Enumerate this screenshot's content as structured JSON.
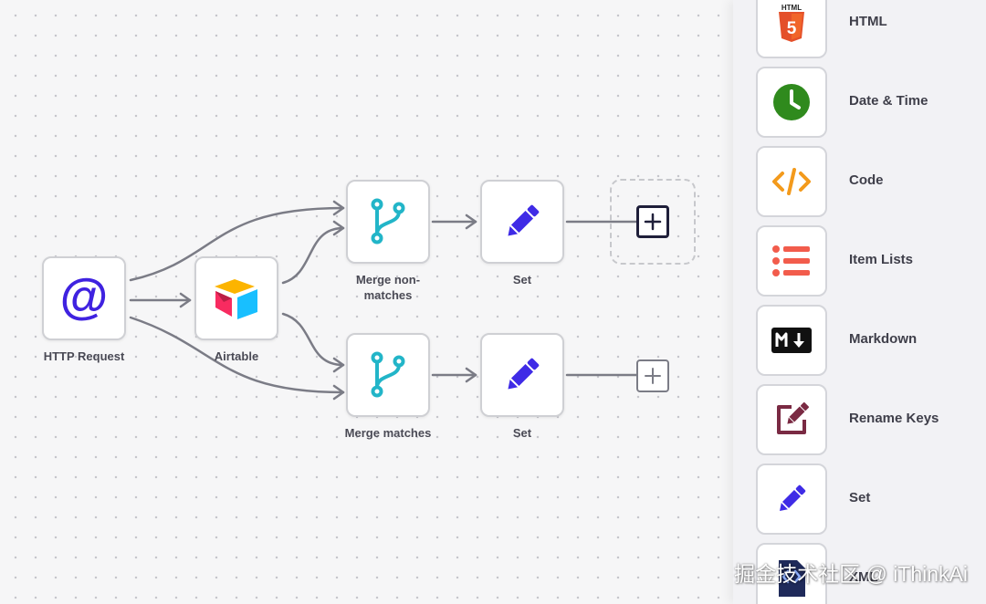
{
  "canvas": {
    "nodes": {
      "http_request": "HTTP Request",
      "airtable": "Airtable",
      "merge_non_matches_line1": "Merge non-",
      "merge_non_matches_line2": "matches",
      "set_top": "Set",
      "merge_matches": "Merge matches",
      "set_bottom": "Set"
    }
  },
  "panel": {
    "items": [
      {
        "label": "HTML",
        "icon": "html5-icon"
      },
      {
        "label": "Date & Time",
        "icon": "clock-icon"
      },
      {
        "label": "Code",
        "icon": "code-icon"
      },
      {
        "label": "Item Lists",
        "icon": "list-icon"
      },
      {
        "label": "Markdown",
        "icon": "markdown-icon"
      },
      {
        "label": "Rename Keys",
        "icon": "rename-icon"
      },
      {
        "label": "Set",
        "icon": "pencil-icon"
      },
      {
        "label": "XML",
        "icon": "xml-icon"
      }
    ],
    "html_badge": "HTML"
  },
  "watermark": "掘金技术社区 @ iThinkAi",
  "colors": {
    "connector": "#7b7c86",
    "http_blue": "#3f22e0",
    "merge_teal": "#22b5c8",
    "set_blue": "#3f2be6",
    "clock_green": "#2f8a1d",
    "code_orange": "#f39a1c",
    "list_red": "#f25c4c",
    "rename_maroon": "#7a2a43",
    "html_orange": "#e4502a"
  }
}
